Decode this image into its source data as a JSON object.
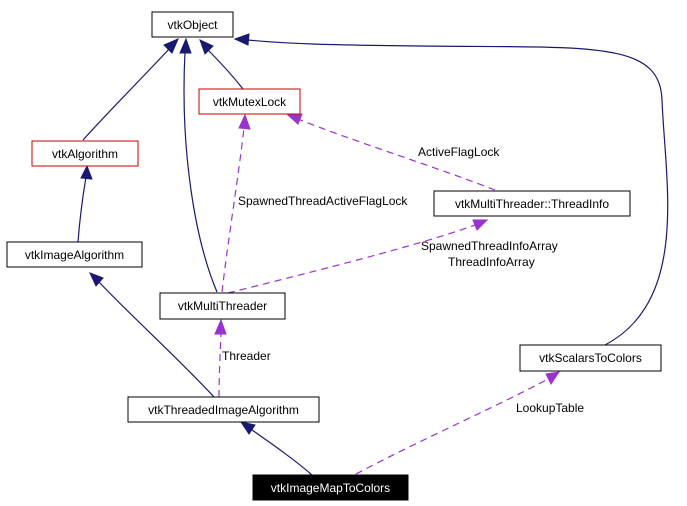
{
  "diagram": {
    "nodes": {
      "vtkObject": "vtkObject",
      "vtkMutexLock": "vtkMutexLock",
      "vtkAlgorithm": "vtkAlgorithm",
      "vtkImageAlgorithm": "vtkImageAlgorithm",
      "threadInfo": "vtkMultiThreader::ThreadInfo",
      "vtkMultiThreader": "vtkMultiThreader",
      "vtkScalarsToColors": "vtkScalarsToColors",
      "vtkThreadedImageAlgorithm": "vtkThreadedImageAlgorithm",
      "vtkImageMapToColors": "vtkImageMapToColors"
    },
    "edge_labels": {
      "activeFlagLock": "ActiveFlagLock",
      "spawnedThreadActiveFlagLock": "SpawnedThreadActiveFlagLock",
      "spawnedThreadInfoArray": "SpawnedThreadInfoArray",
      "threadInfoArray": "ThreadInfoArray",
      "threader": "Threader",
      "lookupTable": "LookupTable"
    },
    "colors": {
      "inheritance": "#191970",
      "usage": "#9a32cd",
      "highlight_border": "#cc0000",
      "focus_fill": "#000000"
    }
  }
}
